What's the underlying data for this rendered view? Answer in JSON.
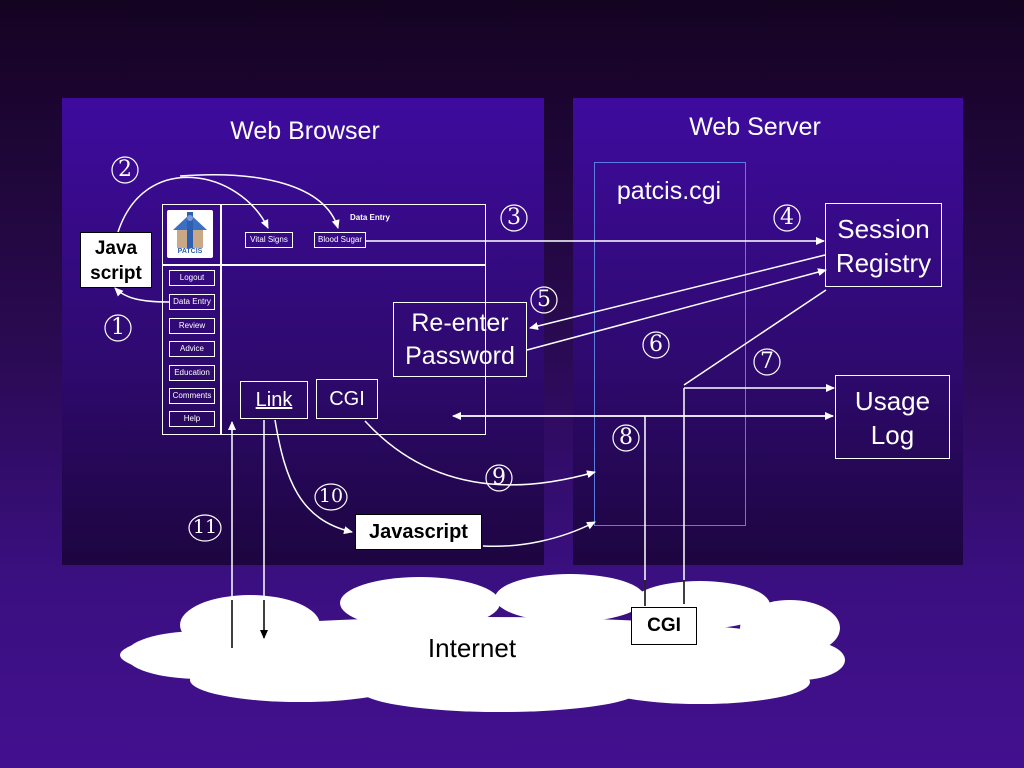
{
  "panels": {
    "browser_title": "Web Browser",
    "server_title": "Web Server"
  },
  "app_window": {
    "header_label": "Data Entry",
    "logo_text": "PATCIS",
    "header_buttons": [
      "Vital Signs",
      "Blood Sugar"
    ],
    "sidebar_buttons": [
      "Logout",
      "Data Entry",
      "Review",
      "Advice",
      "Education",
      "Comments",
      "Help"
    ]
  },
  "boxes": {
    "javascript_left": "Java script",
    "reenter_password": "Re-enter Password",
    "link": "Link",
    "cgi_browser": "CGI",
    "javascript_bottom": "Javascript",
    "patcis": "patcis.cgi",
    "session_registry": "Session Registry",
    "usage_log": "Usage Log",
    "cgi_internet": "CGI"
  },
  "internet_label": "Internet",
  "step_numbers": [
    "1",
    "2",
    "3",
    "4",
    "5",
    "6",
    "7",
    "8",
    "9",
    "10",
    "11"
  ],
  "colors": {
    "panel": "#3e0b9e",
    "background": "#150322",
    "line": "#ffffff",
    "cloud": "#ffffff",
    "patcis_border": "#5a7ee0"
  }
}
